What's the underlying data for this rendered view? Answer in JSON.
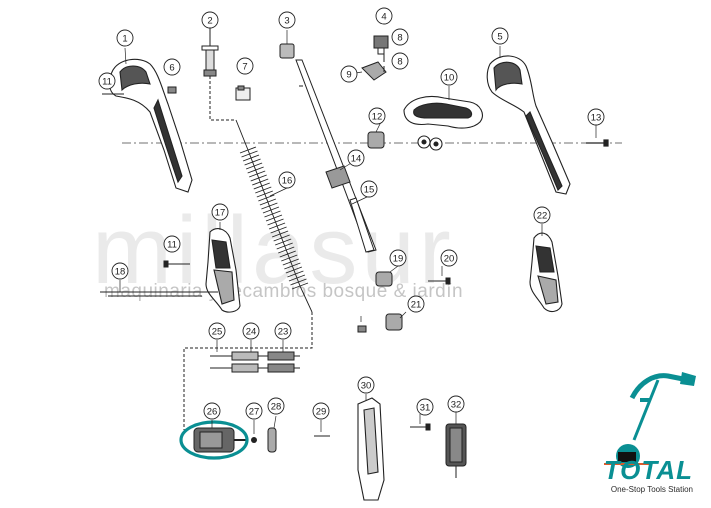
{
  "watermark": {
    "word": "millasur",
    "tagline": "maquinaria y recambios bosque & jardín"
  },
  "brand": {
    "name": "TOTAL",
    "tagline": "One-Stop Tools Station",
    "color": "#0a8f93"
  },
  "callouts": [
    "1",
    "2",
    "3",
    "4",
    "5",
    "6",
    "7",
    "8",
    "8",
    "9",
    "10",
    "11",
    "11",
    "12",
    "13",
    "14",
    "15",
    "16",
    "17",
    "18",
    "19",
    "20",
    "21",
    "22",
    "23",
    "24",
    "25",
    "26",
    "27",
    "28",
    "29",
    "30",
    "31",
    "32"
  ],
  "highlight_color": "#0a8f93"
}
